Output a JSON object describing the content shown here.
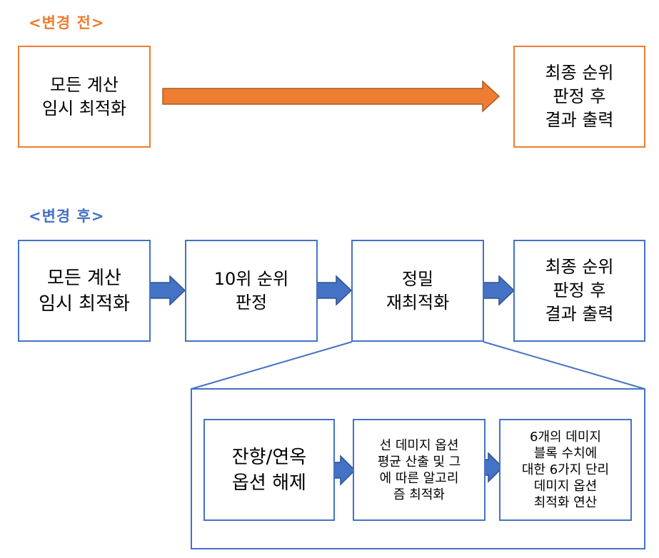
{
  "before": {
    "heading": "<변경 전>",
    "start": "모든 계산\n임시 최적화",
    "end": "최종 순위\n판정 후\n결과 출력"
  },
  "after": {
    "heading": "<변경 후>",
    "steps": [
      "모든 계산\n임시 최적화",
      "10위 순위\n판정",
      "정밀\n재최적화",
      "최종 순위\n판정 후\n결과 출력"
    ],
    "detail_steps": [
      "잔향/연옥\n옵션 해제",
      "선 데미지 옵션\n평균 산출 및 그\n에 따른 알고리\n즘 최적화",
      "6개의 데미지\n블록 수치에\n대한 6가지 단리\n데미지 옵션\n최적화 연산"
    ]
  },
  "colors": {
    "orange": "#ED7D31",
    "blue": "#4472C4",
    "blue_arrow": "#4472C4",
    "arrow_stroke": "#2F528F"
  }
}
